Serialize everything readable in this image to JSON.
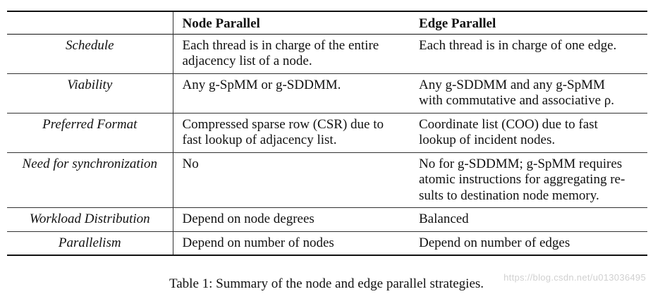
{
  "table": {
    "headers": [
      "",
      "Node Parallel",
      "Edge Parallel"
    ],
    "rows": [
      {
        "label": "Schedule",
        "node": [
          "Each thread is in charge of the entire",
          "adjacency list of a node."
        ],
        "edge": [
          "Each thread is in charge of one edge."
        ]
      },
      {
        "label": "Viability",
        "node": [
          "Any g-SpMM or g-SDDMM."
        ],
        "edge": [
          "Any g-SDDMM and any g-SpMM",
          "with commutative and associative ρ."
        ]
      },
      {
        "label": "Preferred Format",
        "node": [
          "Compressed sparse row (CSR) due to",
          "fast lookup of adjacency list."
        ],
        "edge": [
          "Coordinate list (COO) due to fast",
          "lookup of incident nodes."
        ]
      },
      {
        "label": "Need for synchronization",
        "node": [
          "No"
        ],
        "edge": [
          "No for g-SDDMM; g-SpMM requires",
          "atomic instructions for aggregating re-",
          "sults to destination node memory."
        ]
      },
      {
        "label": "Workload Distribution",
        "node": [
          "Depend on node degrees"
        ],
        "edge": [
          "Balanced"
        ]
      },
      {
        "label": "Parallelism",
        "node": [
          "Depend on number of nodes"
        ],
        "edge": [
          "Depend on number of edges"
        ]
      }
    ]
  },
  "caption": "Table 1: Summary of the node and edge parallel strategies.",
  "watermark": "https://blog.csdn.net/u013036495"
}
